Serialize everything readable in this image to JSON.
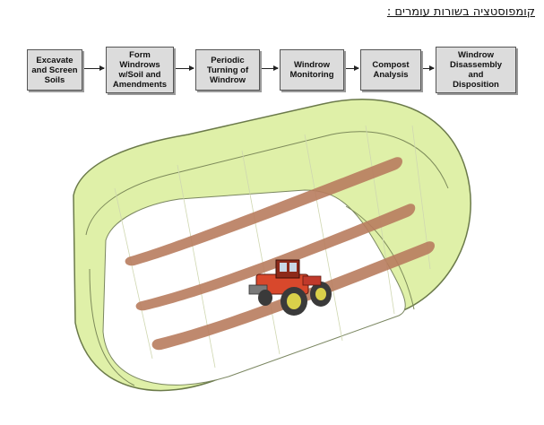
{
  "heading": "קומפוסטציה בשורות עומרים :",
  "steps": [
    {
      "line1": "Excavate",
      "line2": "and Screen",
      "line3": "Soils"
    },
    {
      "line1": "Form",
      "line2": "Windrows",
      "line3": "w/Soil and",
      "line4": "Amendments"
    },
    {
      "line1": "Periodic",
      "line2": "Turning of",
      "line3": "Windrow"
    },
    {
      "line1": "Windrow",
      "line2": "Monitoring"
    },
    {
      "line1": "Compost",
      "line2": "Analysis"
    },
    {
      "line1": "Windrow",
      "line2": "Disassembly",
      "line3": "and",
      "line4": "Disposition"
    }
  ],
  "colors": {
    "cover": "#dff0a8",
    "cover_edge": "#6b7a4a",
    "windrow": "#b87c5e",
    "tractor_body": "#d8482c",
    "box_fill": "#dcdcdc"
  }
}
